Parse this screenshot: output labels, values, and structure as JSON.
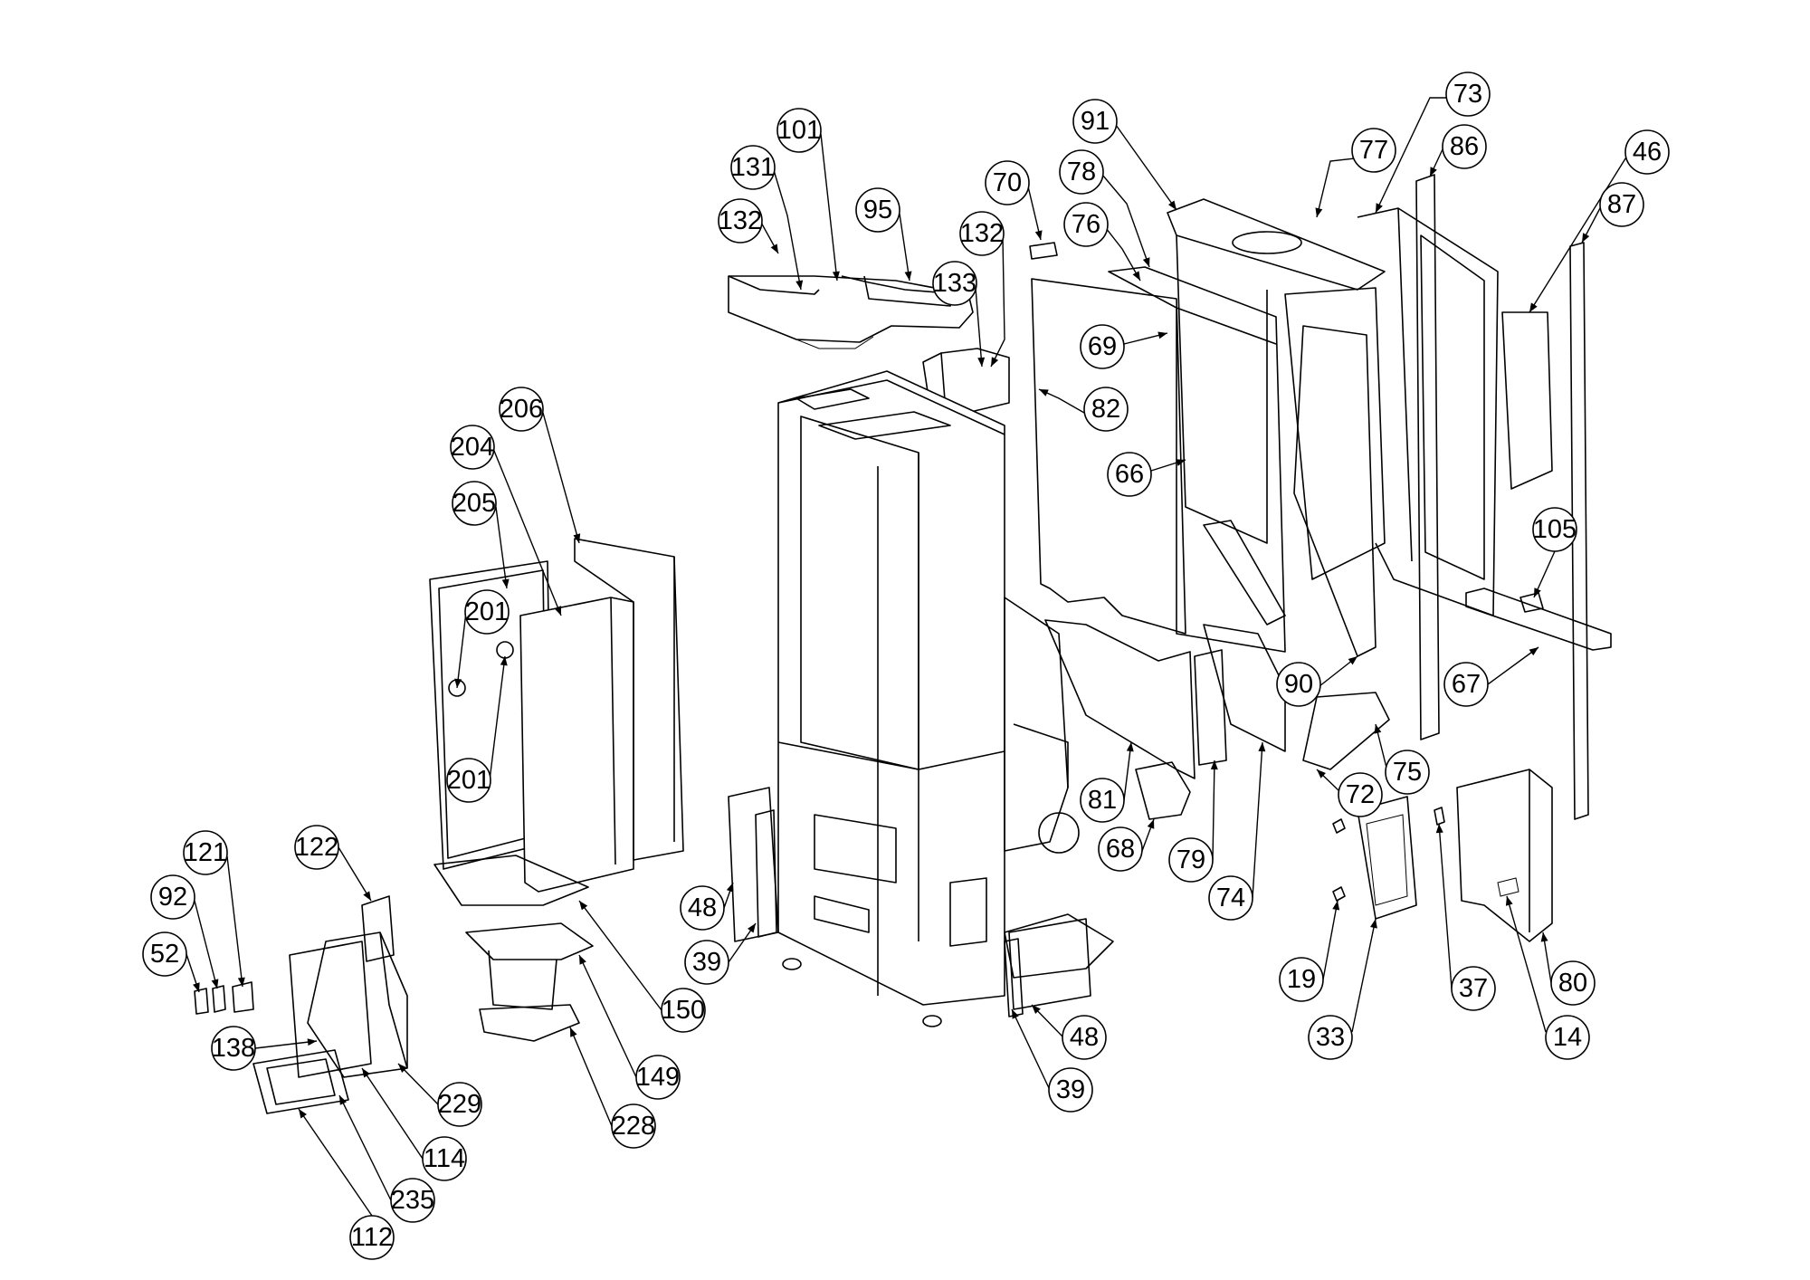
{
  "diagram": {
    "type": "exploded-parts-view",
    "callouts": [
      "101",
      "131",
      "132",
      "95",
      "132",
      "133",
      "70",
      "91",
      "78",
      "76",
      "73",
      "77",
      "86",
      "46",
      "87",
      "69",
      "82",
      "66",
      "105",
      "90",
      "67",
      "75",
      "72",
      "81",
      "68",
      "79",
      "74",
      "19",
      "33",
      "37",
      "80",
      "14",
      "206",
      "204",
      "205",
      "201",
      "201",
      "122",
      "121",
      "92",
      "52",
      "48",
      "39",
      "48",
      "39",
      "150",
      "149",
      "228",
      "138",
      "229",
      "114",
      "235",
      "112"
    ]
  }
}
